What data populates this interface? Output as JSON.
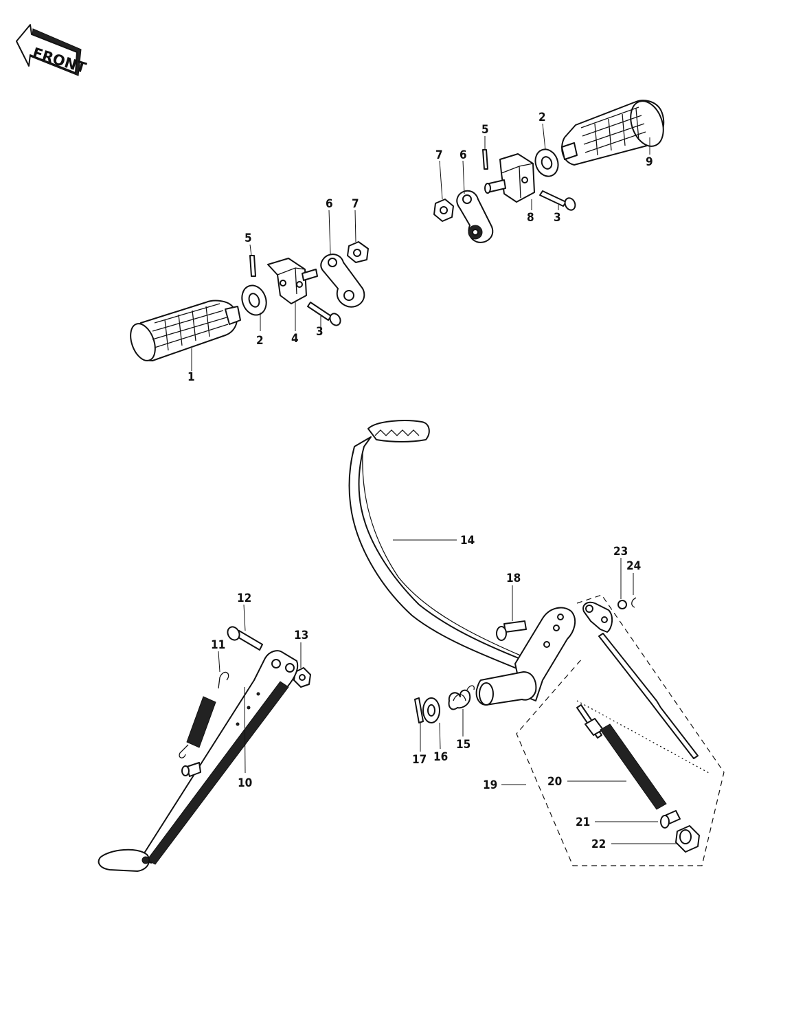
{
  "front_arrow": {
    "label": "FRONT"
  },
  "callouts": {
    "c1": "1",
    "c2a": "2",
    "c3a": "3",
    "c4": "4",
    "c5a": "5",
    "c6a": "6",
    "c7a": "7",
    "c2b": "2",
    "c3b": "3",
    "c5b": "5",
    "c6b": "6",
    "c7b": "7",
    "c8": "8",
    "c9": "9",
    "c10": "10",
    "c11": "11",
    "c12": "12",
    "c13": "13",
    "c14": "14",
    "c15": "15",
    "c16": "16",
    "c17": "17",
    "c18": "18",
    "c19": "19",
    "c20": "20",
    "c21": "21",
    "c22": "22",
    "c23": "23",
    "c24": "24"
  }
}
